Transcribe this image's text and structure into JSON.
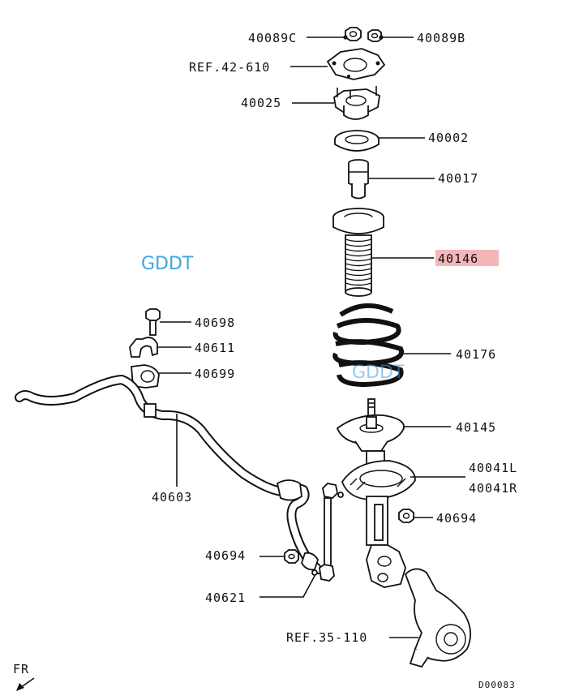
{
  "watermark": "GDDT",
  "highlight_color": "#f4b6b8",
  "watermark_color": "#3fa4e0",
  "diagram_code": "D00083",
  "direction_label": "FR",
  "callouts": {
    "p40089C": "40089C",
    "p40089B": "40089B",
    "ref42610": "REF.42-610",
    "p40025": "40025",
    "p40002": "40002",
    "p40017": "40017",
    "p40146": "40146",
    "p40698": "40698",
    "p40611": "40611",
    "p40699": "40699",
    "p40176": "40176",
    "p40145": "40145",
    "p40041L": "40041L",
    "p40041R": "40041R",
    "p40603": "40603",
    "p40694a": "40694",
    "p40694b": "40694",
    "p40621": "40621",
    "ref35110": "REF.35-110"
  }
}
